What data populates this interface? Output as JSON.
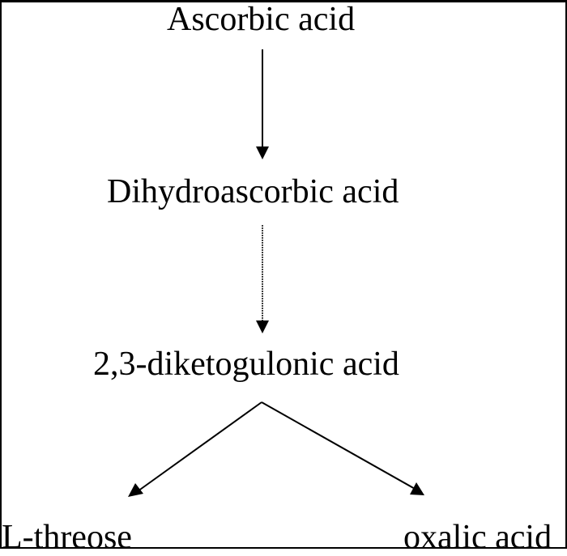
{
  "nodes": {
    "ascorbic_acid": "Ascorbic acid",
    "dihydroascorbic_acid": "Dihydroascorbic acid",
    "diketogulonic_acid": "2,3-diketogulonic acid",
    "l_threose": "L-threose",
    "oxalic_acid": "oxalic acid"
  },
  "edges": [
    {
      "from": "ascorbic_acid",
      "to": "dihydroascorbic_acid"
    },
    {
      "from": "dihydroascorbic_acid",
      "to": "diketogulonic_acid"
    },
    {
      "from": "diketogulonic_acid",
      "to": "l_threose"
    },
    {
      "from": "diketogulonic_acid",
      "to": "oxalic_acid"
    }
  ],
  "colors": {
    "line": "#000000",
    "text": "#000000",
    "background": "#ffffff"
  }
}
